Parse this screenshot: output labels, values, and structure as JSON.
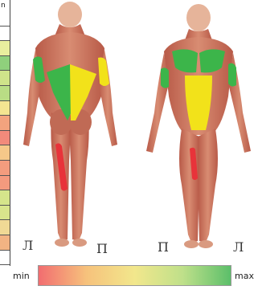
{
  "strip": {
    "header": "n",
    "cells": [
      "#ffffff",
      "#ffffff",
      "#e9ef9e",
      "#8fd07c",
      "#cfe38a",
      "#b9dd85",
      "#f4e591",
      "#f3a37e",
      "#f28a7b",
      "#f6c889",
      "#f39c7e",
      "#f49a7e",
      "#d5e58b",
      "#d8e58c",
      "#f0d995",
      "#f2b383",
      "#ffffff"
    ]
  },
  "labels": {
    "back_left": "Л",
    "back_right": "П",
    "front_left": "П",
    "front_right": "Л"
  },
  "scale": {
    "min_label": "min",
    "max_label": "max",
    "stops": [
      "#f26d70",
      "#f6c27c",
      "#f2e78c",
      "#bfe08a",
      "#5cbf6a"
    ]
  },
  "colors": {
    "skin": "#d4806a",
    "muscle_dark": "#a6463a",
    "highlight_green": "#3cb54a",
    "highlight_yellow": "#f2e21a",
    "highlight_red": "#e8333a"
  }
}
